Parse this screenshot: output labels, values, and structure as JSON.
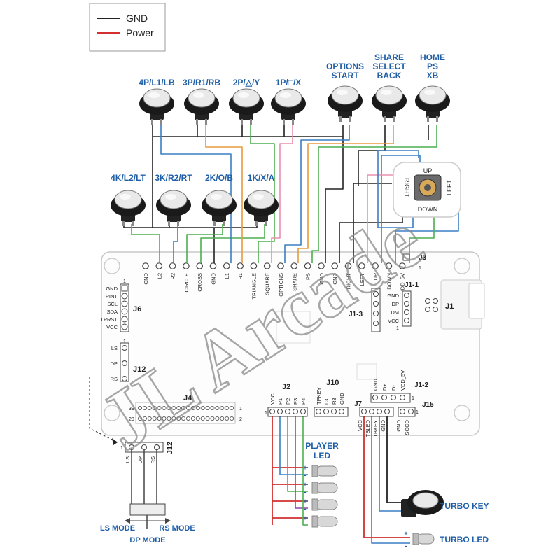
{
  "legend": {
    "gnd": "GND",
    "power": "Power"
  },
  "top_buttons": [
    {
      "label": "4P/L1/LB"
    },
    {
      "label": "3P/R1/RB"
    },
    {
      "label": "2P/△/Y"
    },
    {
      "label": "1P/□/X"
    }
  ],
  "func_buttons": [
    {
      "lines": [
        "OPTIONS",
        "START"
      ]
    },
    {
      "lines": [
        "SHARE",
        "SELECT",
        "BACK"
      ]
    },
    {
      "lines": [
        "HOME",
        "PS",
        "XB"
      ]
    }
  ],
  "bottom_buttons": [
    {
      "label": "4K/L2/LT"
    },
    {
      "label": "3K/R2/RT"
    },
    {
      "label": "2K/O/B"
    },
    {
      "label": "1K/X/A"
    }
  ],
  "joystick": {
    "up": "UP",
    "down": "DOWN",
    "left": "LEFT",
    "right": "RIGHT"
  },
  "main_header": [
    "GND",
    "L2",
    "R2",
    "CIRCLE",
    "CROSS",
    "GND",
    "L1",
    "R1",
    "TRIANGLE",
    "SQUARE",
    "OPTIONS",
    "SHARE",
    "PS",
    "GND",
    "GND",
    "RIGHT",
    "LEFT",
    "UP",
    "DOWN",
    "VDD_5V"
  ],
  "j3": {
    "name": "J3",
    "pin": "1"
  },
  "j6": {
    "name": "J6",
    "pin": "1",
    "pins": [
      "GND",
      "TPINT",
      "SCL",
      "SDA",
      "TPRST",
      "VCC"
    ]
  },
  "j12": {
    "name": "J12",
    "pin": "1",
    "pins": [
      "LS",
      "DP",
      "RS"
    ]
  },
  "j1_1": {
    "name": "J1-1",
    "pins": [
      "GND",
      "DP",
      "DM",
      "VCC"
    ],
    "pin": "1"
  },
  "j1_3": {
    "name": "J1-3"
  },
  "j1": {
    "name": "J1"
  },
  "j4": {
    "name": "J4",
    "left_top": "39",
    "left_bottom": "20",
    "right_top": "1",
    "right_bottom": "2"
  },
  "j2": {
    "name": "J2",
    "pin": "1",
    "pins": [
      "VCC",
      "P1",
      "P2",
      "P3",
      "P4"
    ]
  },
  "j10": {
    "name": "J10",
    "pins": [
      "TPKEY",
      "L3",
      "R3",
      "GND"
    ]
  },
  "j1_2": {
    "name": "J1-2",
    "pins": [
      "GND",
      "D+",
      "D-",
      "VDD_5V"
    ],
    "pin": "1"
  },
  "j7": {
    "name": "J7",
    "pins": [
      "VCC",
      "TBLED",
      "TBKEY",
      "GND"
    ]
  },
  "j15": {
    "name": "J15",
    "pins": [
      "GND",
      "SOCD"
    ],
    "pin": "1"
  },
  "j12_ext": {
    "name": "J12",
    "pin": "1",
    "pins": [
      "LS",
      "DP",
      "RS"
    ],
    "ls_mode": "LS MODE",
    "dp_mode": "DP MODE",
    "rs_mode": "RS MODE"
  },
  "player_led": {
    "lines": [
      "PLAYER",
      "LED"
    ],
    "plus": "+",
    "minus": "-"
  },
  "turbo_key": "TURBO KEY",
  "turbo_led": "TURBO LED",
  "watermark": "JL Arcade",
  "colors": {
    "gnd": "#222222",
    "power": "#d32f2f",
    "blue": "#3a7fc4",
    "orange": "#e89a3c",
    "green": "#4caf50",
    "pink": "#e98fb0",
    "purple": "#8e44ad",
    "label_blue": "#1f5fa8"
  }
}
